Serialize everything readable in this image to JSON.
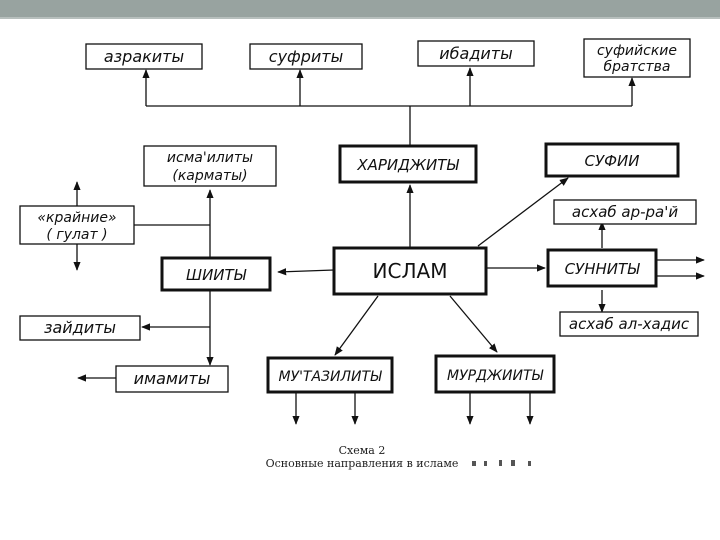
{
  "diagram": {
    "nodes": {
      "azrakity": "азракиты",
      "sufrity": "суфриты",
      "ibadity": "ибадиты",
      "sufi_bratstva_1": "суфийские",
      "sufi_bratstva_2": "братства",
      "ismaility_1": "исма'илиты",
      "ismaility_2": "(карматы)",
      "kharidzhity": "ХАРИДЖИТЫ",
      "sufii": "СУФИИ",
      "krainie_1": "«крайние»",
      "krainie_2": "( гулат )",
      "ashab_ar_rai": "асхаб ар-ра'й",
      "shiity": "ШИИТЫ",
      "islam": "ИСЛАМ",
      "sunnity": "СУННИТЫ",
      "zaidity": "зайдиты",
      "ashab_al_hadis": "асхаб ал-хадис",
      "imamity": "имамиты",
      "mutazility": "МУ'ТАЗИЛИТЫ",
      "murdzhiity": "МУРДЖИИТЫ"
    },
    "caption": {
      "line1": "Схема 2",
      "line2": "Основные направления в исламе"
    }
  },
  "colors": {
    "header_bar": "#98a3a0",
    "ink": "#111111"
  }
}
